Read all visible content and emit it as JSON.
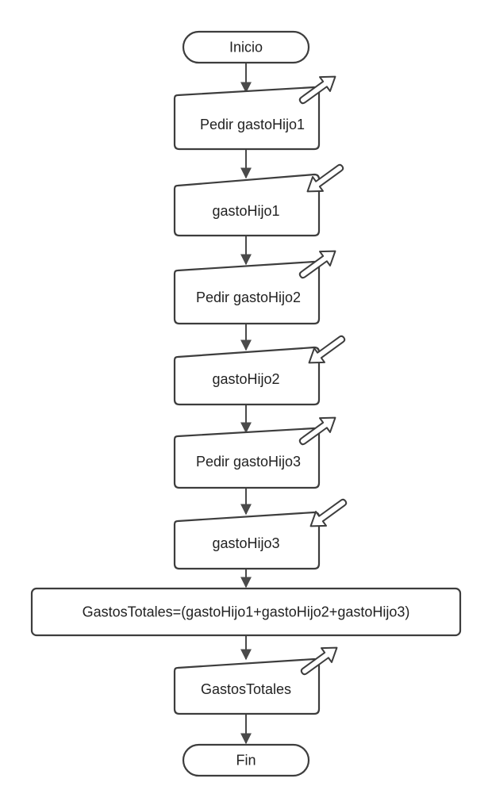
{
  "flowchart": {
    "start": "Inicio",
    "input_gasto_hijo_1": "Pedir gastoHijo1",
    "read_gasto_hijo_1": "gastoHijo1",
    "input_gasto_hijo_2": "Pedir gastoHijo2",
    "read_gasto_hijo_2": "gastoHijo2",
    "input_gasto_hijo_3": "Pedir gastoHijo3",
    "read_gasto_hijo_3": "gastoHijo3",
    "process_total": "GastosTotales=(gastoHijo1+gastoHijo2+gastoHijo3)",
    "output_total": "GastosTotales",
    "end": "Fin"
  }
}
